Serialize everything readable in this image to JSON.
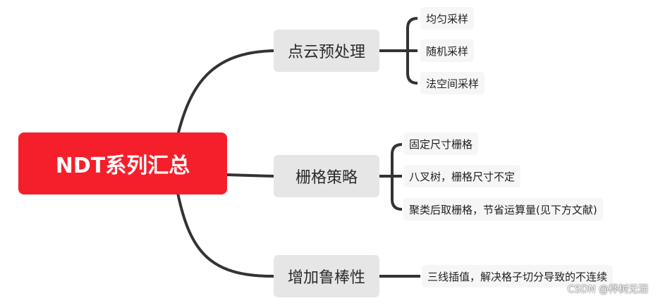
{
  "root": {
    "label": "NDT系列汇总"
  },
  "branches": [
    {
      "label": "点云预处理",
      "children": [
        "均匀采样",
        "随机采样",
        "法空间采样"
      ]
    },
    {
      "label": "栅格策略",
      "children": [
        "固定尺寸栅格",
        "八叉树，栅格尺寸不定",
        "聚类后取栅格，节省运算量(见下方文献)"
      ]
    },
    {
      "label": "增加鲁棒性",
      "children": [
        "三线插值，解决格子切分导致的不连续"
      ]
    }
  ],
  "watermark": "CSDN @桦树无泪",
  "colors": {
    "root": "#f51f2b",
    "topic": "#e6e6e6",
    "leaf": "#f6f6f6",
    "line": "#333333"
  }
}
